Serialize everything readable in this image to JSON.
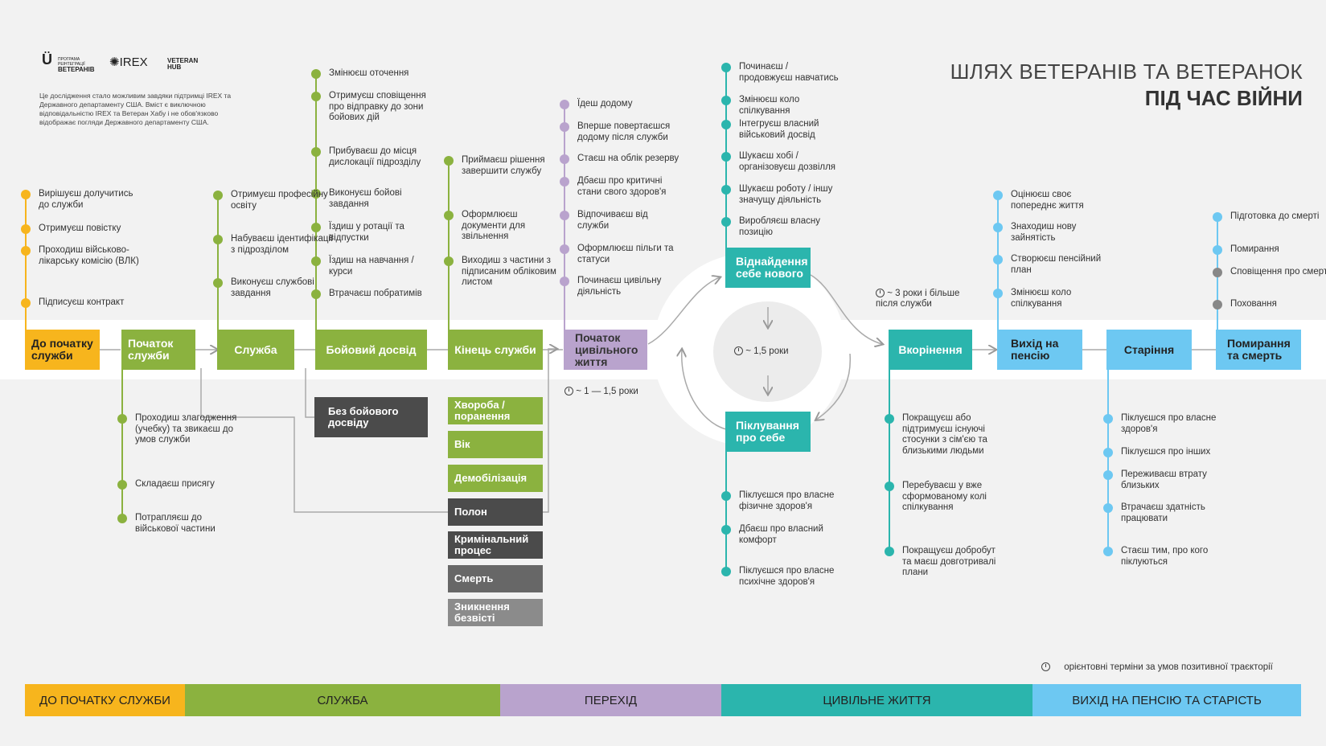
{
  "title": {
    "line1": "ШЛЯХ ВЕТЕРАНІВ ТА ВЕТЕРАНОК",
    "line2": "ПІД ЧАС ВІЙНИ"
  },
  "logos": {
    "program": "ВЕТЕРАНІВ",
    "program_small": "ПРОГРАМА РЕІНТЕГРАЦІЇ",
    "irex": "IREX",
    "hub": "VETERAN HUB"
  },
  "disclaimer": "Це дослідження стало можливим завдяки підтримці IREX та Державного департаменту США. Вміст є виключною відповідальністю IREX та Ветеран Хабу і не обов'язково відображає погляди Державного департаменту США.",
  "colors": {
    "yellow": "#f7b51d",
    "green": "#8bb23f",
    "purple": "#b9a3cd",
    "teal": "#2bb5ad",
    "blue": "#6dc8f2",
    "dark": "#4b4b4b"
  },
  "stages": {
    "before": "До початку служби",
    "start": "Початок служби",
    "service": "Служба",
    "combat": "Бойовий досвід",
    "end": "Кінець служби",
    "civil_start": "Початок цивільного життя",
    "self_find": "Віднайдення себе нового",
    "self_care": "Піклування про себе",
    "rooting": "Вкорінення",
    "retire": "Вихід на пенсію",
    "aging": "Старіння",
    "death": "Помирання та смерть"
  },
  "no_combat": "Без бойового досвіду",
  "exits": [
    "Хвороба / поранення",
    "Вік",
    "Демобілізація",
    "Полон",
    "Кримінальний процес",
    "Смерть",
    "Зникнення безвісті"
  ],
  "durations": {
    "transition": "~ 1 — 1,5 роки",
    "cycle": "~ 1,5 роки",
    "rooting": "~ 3 роки і більше після служби"
  },
  "legend_note": "орієнтовні терміни за умов позитивної траєкторії",
  "items": {
    "before": [
      "Вирішуєш долучитись до служби",
      "Отримуєш повістку",
      "Проходиш військово-лікарську комісію (ВЛК)",
      "Підписуєш контракт"
    ],
    "start": [
      "Проходиш злагодження (учебку) та звикаєш до умов служби",
      "Складаєш присягу",
      "Потрапляєш до військової частини"
    ],
    "service": [
      "Отримуєш професійну освіту",
      "Набуваєш ідентифікації з підрозділом",
      "Виконуєш службові завдання"
    ],
    "combat": [
      "Змінюєш оточення",
      "Отримуєш сповіщення про відправку до зони бойових дій",
      "Прибуваєш до місця дислокації підрозділу",
      "Виконуєш бойові завдання",
      "Їздиш у ротації та відпустки",
      "Їздиш на навчання / курси",
      "Втрачаєш побратимів"
    ],
    "end": [
      "Приймаєш рішення завершити службу",
      "Оформлюєш документи для звільнення",
      "Виходиш з частини з підписаним обліковим листом"
    ],
    "civil_start": [
      "Їдеш додому",
      "Вперше повертаєшся додому після служби",
      "Стаєш на облік резерву",
      "Дбаєш про критичні стани свого здоров'я",
      "Відпочиваєш від служби",
      "Оформлюєш пільги та статуси",
      "Починаєш цивільну діяльність"
    ],
    "self_find": [
      "Починаєш / продовжуєш навчатись",
      "Змінюєш коло спілкування",
      "Інтегруєш власний військовий досвід",
      "Шукаєш хобі / організовуєш дозвілля",
      "Шукаєш роботу / іншу значущу діяльність",
      "Виробляєш власну позицію"
    ],
    "self_care": [
      "Піклуєшся про власне фізичне здоров'я",
      "Дбаєш про власний комфорт",
      "Піклуєшся про власне психічне здоров'я"
    ],
    "rooting": [
      "Покращуєш або підтримуєш існуючі стосунки з сім'єю та близькими людьми",
      "Перебуваєш у вже сформованому колі спілкування",
      "Покращуєш добробут та маєш довготривалі плани"
    ],
    "retire": [
      "Оцінюєш своє попереднє життя",
      "Знаходиш нову зайнятість",
      "Створюєш пенсійний план",
      "Змінюєш коло спілкування"
    ],
    "aging": [
      "Піклуєшся про власне здоров'я",
      "Піклуєшся про інших",
      "Переживаєш втрату близьких",
      "Втрачаєш здатність працювати",
      "Стаєш тим, про кого піклуються"
    ],
    "death": [
      "Підготовка до смерті",
      "Помирання",
      "Сповіщення про смерть",
      "Поховання"
    ]
  },
  "phases": [
    "ДО ПОЧАТКУ СЛУЖБИ",
    "СЛУЖБА",
    "ПЕРЕХІД",
    "ЦИВІЛЬНЕ ЖИТТЯ",
    "ВИХІД НА ПЕНСІЮ ТА СТАРІСТЬ"
  ]
}
